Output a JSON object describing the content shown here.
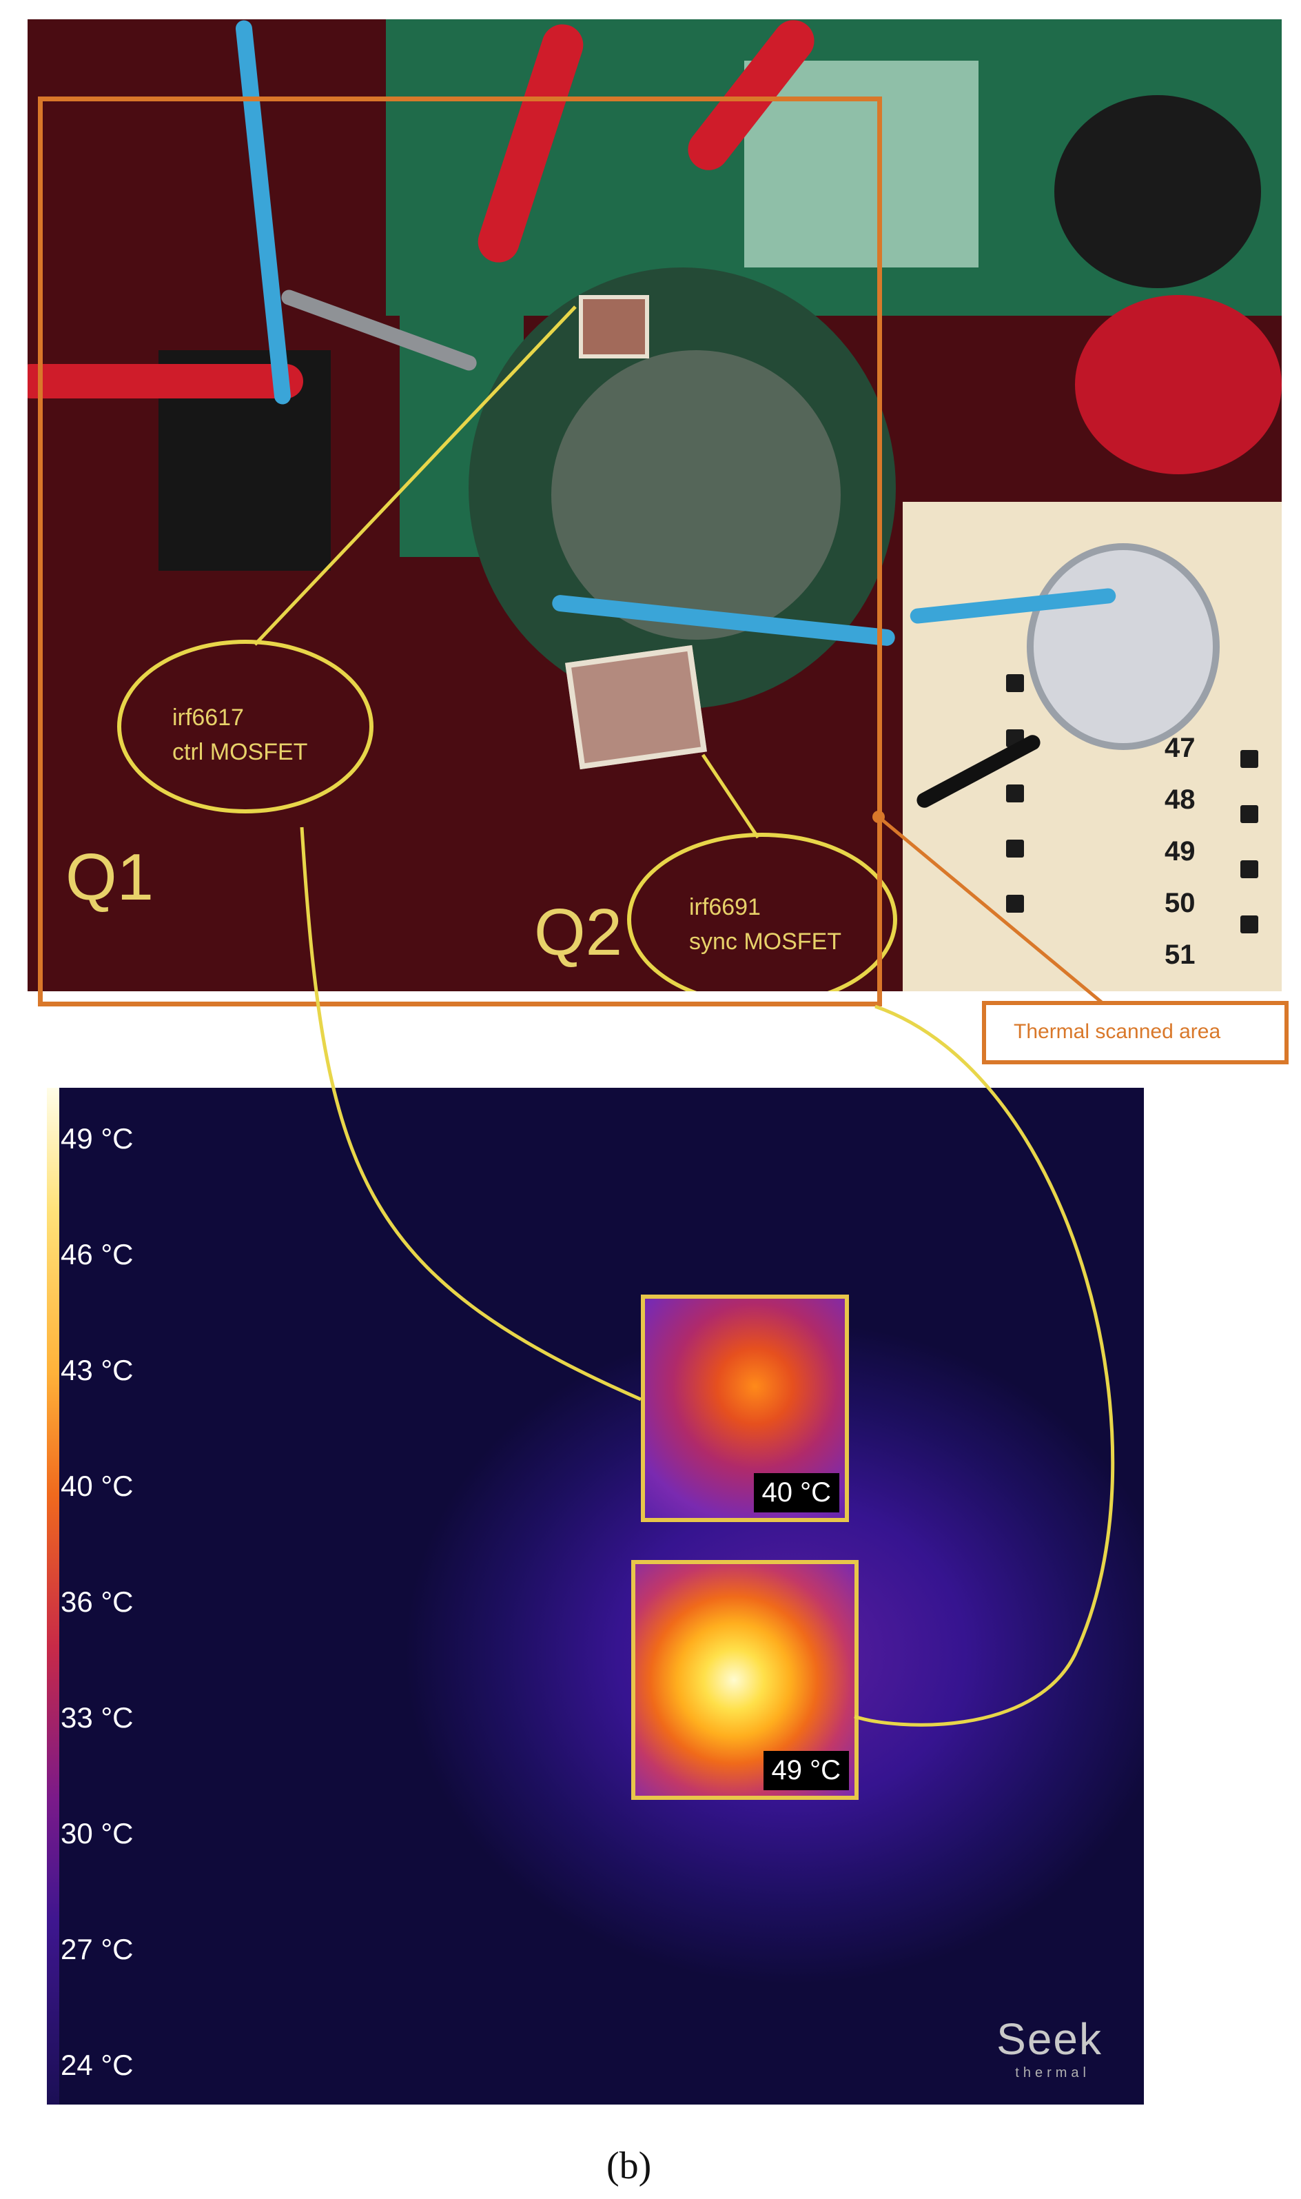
{
  "photo": {
    "labels": {
      "q1": "Q1",
      "q2": "Q2",
      "q1_part": "irf6617",
      "q1_role": "ctrl MOSFET",
      "q2_part": "irf6691",
      "q2_role": "sync MOSFET",
      "scan_area": "Thermal scanned  area"
    },
    "breadboard_rows": [
      "47",
      "48",
      "49",
      "50",
      "51"
    ]
  },
  "thermal": {
    "scale_ticks": [
      "49 °C",
      "46 °C",
      "43 °C",
      "40 °C",
      "36 °C",
      "33 °C",
      "30 °C",
      "27 °C",
      "24 °C"
    ],
    "inset_q1_temp": "40 °C",
    "inset_q2_temp": "49 °C",
    "brand": "Seek",
    "brand_sub": "thermal"
  },
  "caption": {
    "panel": "(b)"
  },
  "colors": {
    "annotation_yellow": "#e8d64a",
    "scan_orange": "#d9782a"
  }
}
